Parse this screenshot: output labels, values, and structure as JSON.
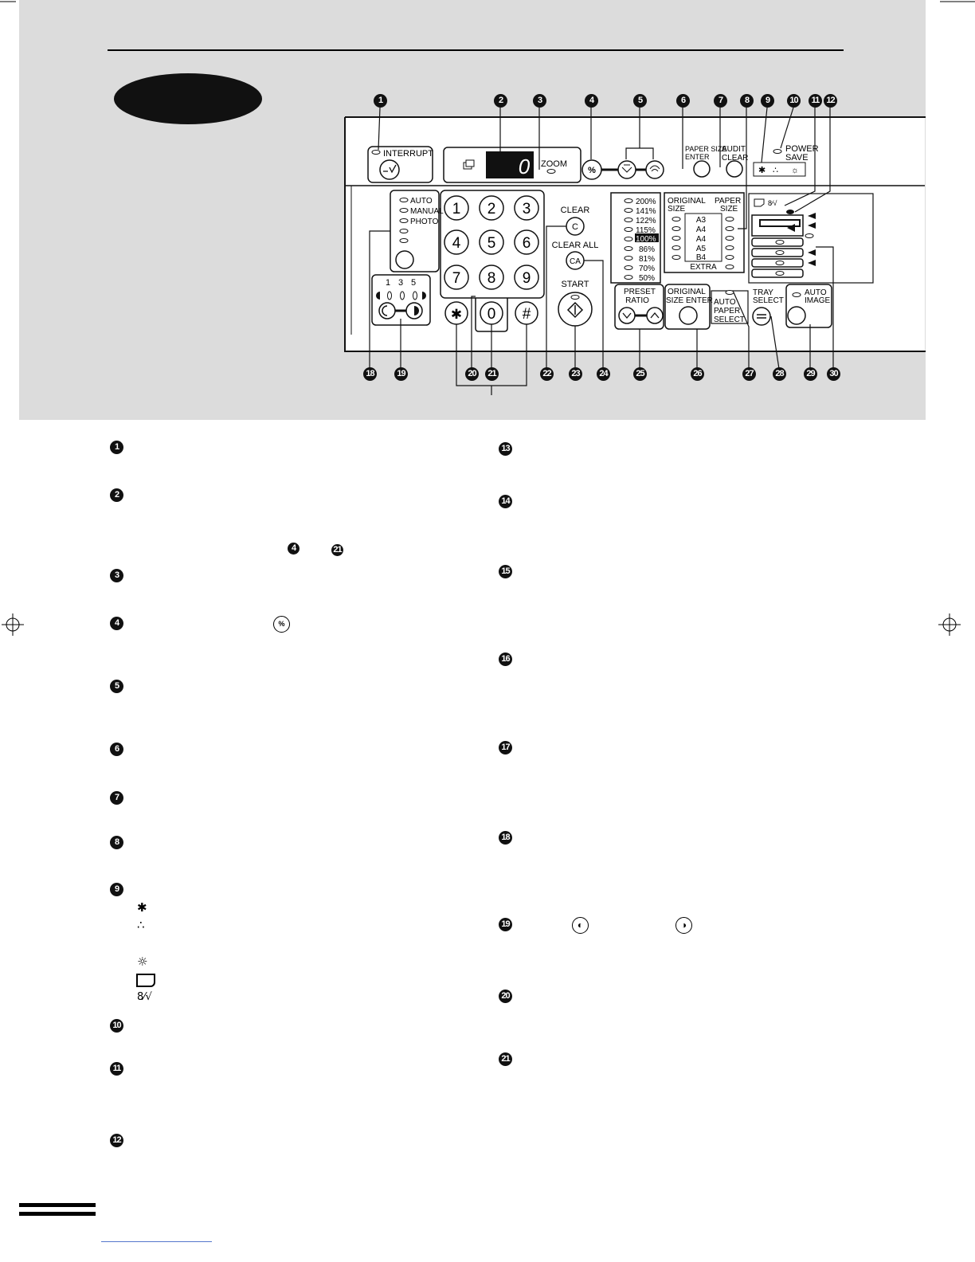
{
  "panel": {
    "interrupt": "INTERRUPT",
    "display_value": "0",
    "zoom": "ZOOM",
    "percent": "%",
    "paper_size_enter": [
      "PAPER SIZE",
      "ENTER"
    ],
    "audit_clear": [
      "AUDIT",
      "CLEAR"
    ],
    "power_save": [
      "POWER",
      "SAVE"
    ],
    "exposure_modes": [
      "AUTO",
      "MANUAL",
      "PHOTO"
    ],
    "keypad": [
      "1",
      "2",
      "3",
      "4",
      "5",
      "6",
      "7",
      "8",
      "9"
    ],
    "key_star": "✱",
    "key_zero": "0",
    "key_hash": "#",
    "clear": "CLEAR",
    "clear_key": "C",
    "clear_all": "CLEAR ALL",
    "clear_all_key": "CA",
    "start": "START",
    "exposure_scale": [
      "1",
      "3",
      "5"
    ],
    "ratios": [
      "200%",
      "141%",
      "122%",
      "115%",
      "100%",
      "86%",
      "81%",
      "70%",
      "50%"
    ],
    "original_size": [
      "ORIGINAL",
      "SIZE"
    ],
    "paper_size": [
      "PAPER",
      "SIZE"
    ],
    "sizes": [
      "A3",
      "A4",
      "A4",
      "A5",
      "B4",
      "EXTRA"
    ],
    "preset_ratio": [
      "PRESET",
      "RATIO"
    ],
    "original_size_enter": [
      "ORIGINAL",
      "SIZE ENTER"
    ],
    "auto_paper_select": [
      "AUTO",
      "PAPER",
      "SELECT"
    ],
    "tray_select": [
      "TRAY",
      "SELECT"
    ],
    "auto_image": [
      "AUTO",
      "IMAGE"
    ]
  },
  "top_callouts": [
    "1",
    "2",
    "3",
    "4",
    "5",
    "6",
    "7",
    "8",
    "9",
    "10",
    "11",
    "12"
  ],
  "bottom_callouts": [
    "18",
    "19",
    "20",
    "21",
    "22",
    "23",
    "24",
    "25",
    "26",
    "27",
    "28",
    "29",
    "30"
  ],
  "left_numbers": [
    "1",
    "2",
    "3",
    "4",
    "5",
    "6",
    "7",
    "8",
    "9",
    "10",
    "11",
    "12"
  ],
  "right_numbers": [
    "13",
    "14",
    "15",
    "16",
    "17",
    "18",
    "19",
    "20",
    "21"
  ],
  "inline_refs": [
    "4",
    "21"
  ],
  "icons": [
    "toner-icon",
    "misfeed-icon",
    "maintenance-icon",
    "paper-icon",
    "developer-icon",
    "zoom-percent-icon",
    "light-icon",
    "dark-icon"
  ]
}
